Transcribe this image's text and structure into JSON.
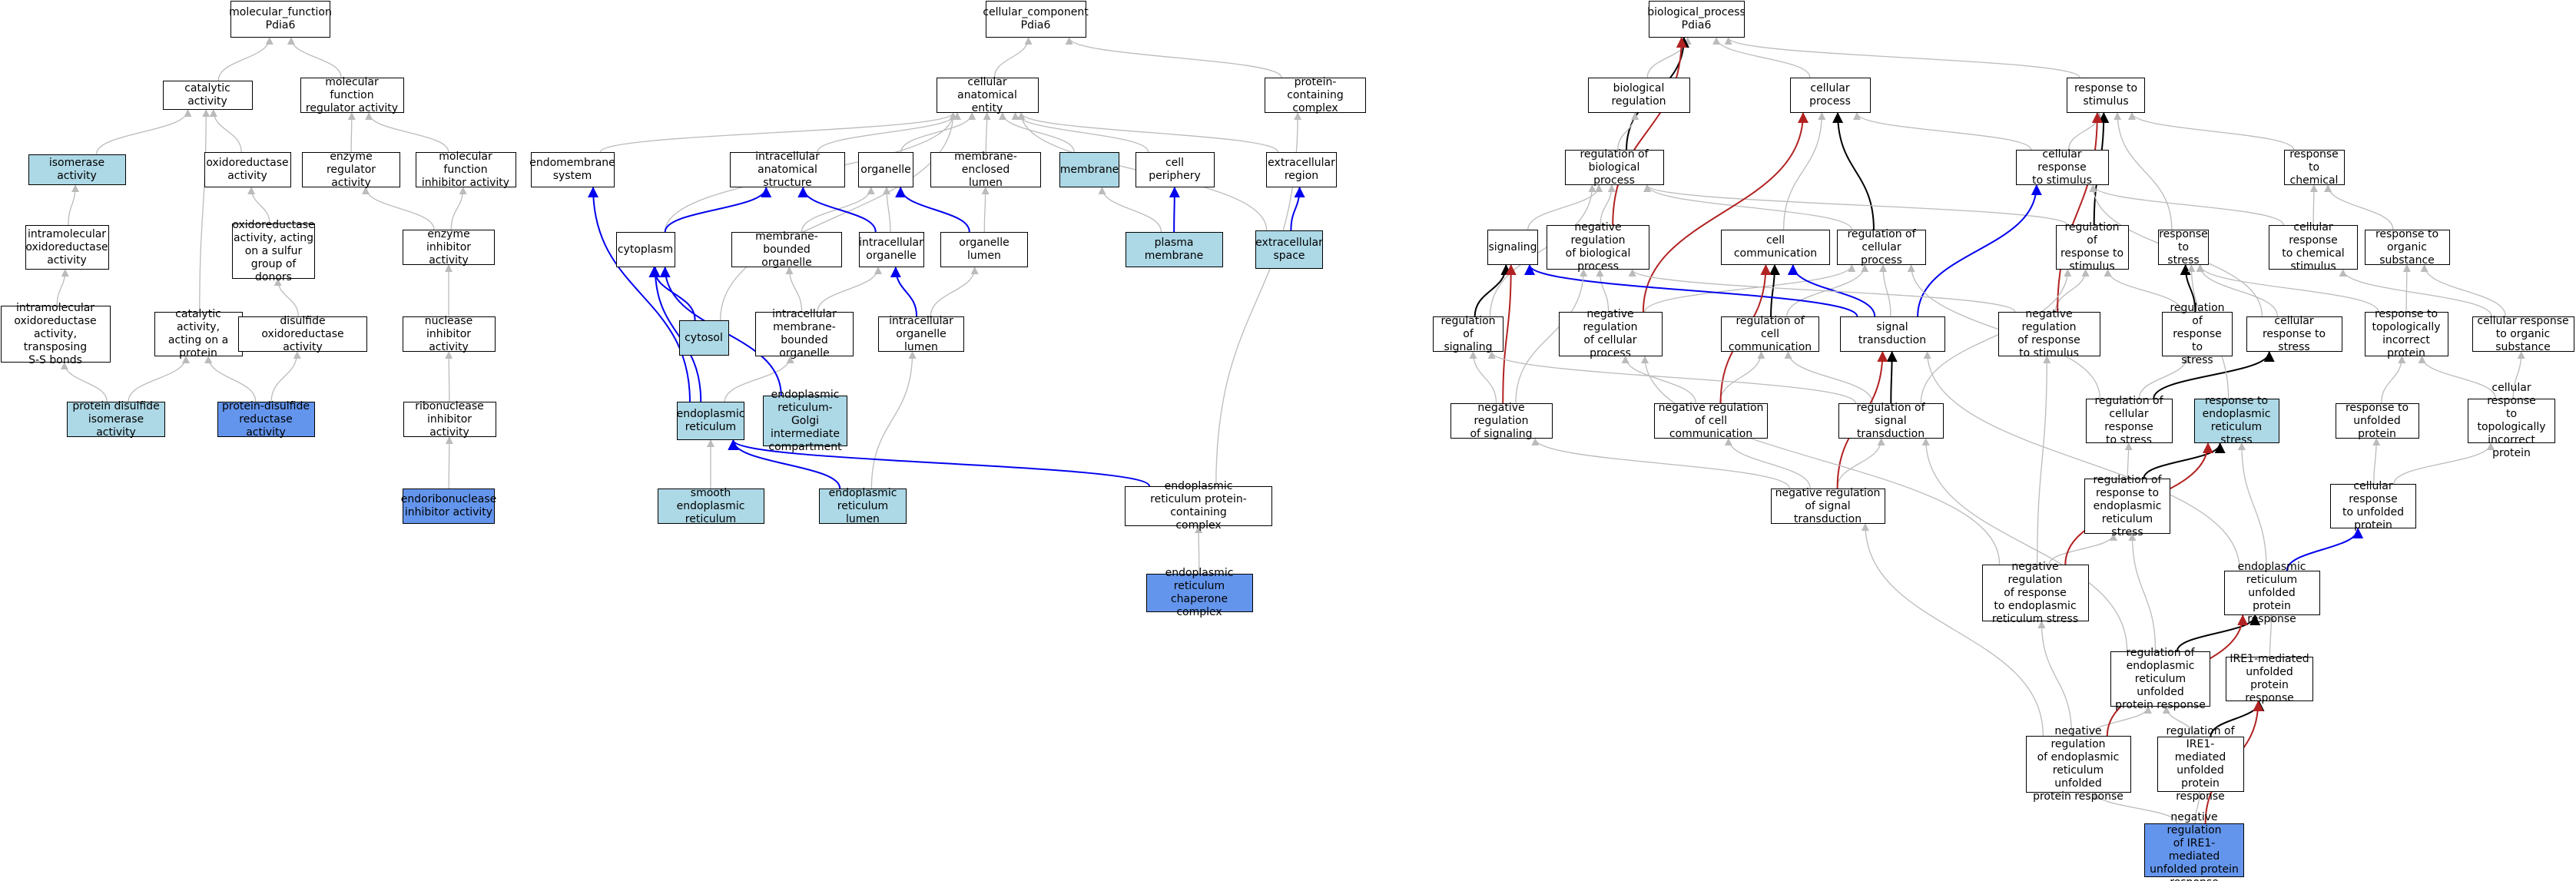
{
  "nodes": {
    "mf_root": {
      "label": "molecular_function\nPdia6"
    },
    "cat_act": {
      "label": "catalytic activity"
    },
    "mf_reg": {
      "label": "molecular function\nregulator activity"
    },
    "isom": {
      "label": "isomerase activity",
      "fill": "light"
    },
    "oxred": {
      "label": "oxidoreductase\nactivity"
    },
    "enz_reg": {
      "label": "enzyme regulator\nactivity"
    },
    "mf_inh": {
      "label": "molecular function\ninhibitor activity"
    },
    "intra_oxred": {
      "label": "intramolecular\noxidoreductase\nactivity"
    },
    "oxred_s": {
      "label": "oxidoreductase\nactivity, acting\non a sulfur\ngroup of donors"
    },
    "enz_inh": {
      "label": "enzyme inhibitor\nactivity"
    },
    "intra_ss": {
      "label": "intramolecular\noxidoreductase\nactivity, transposing\nS-S bonds"
    },
    "cat_prot": {
      "label": "catalytic activity,\nacting on a\nprotein"
    },
    "disulf_ox": {
      "label": "disulfide oxidoreductase\nactivity"
    },
    "nuc_inh": {
      "label": "nuclease inhibitor\nactivity"
    },
    "ribonuc_inh": {
      "label": "ribonuclease\ninhibitor activity"
    },
    "pdi": {
      "label": "protein disulfide\nisomerase activity",
      "fill": "light"
    },
    "pdr": {
      "label": "protein-disulfide\nreductase activity",
      "fill": "dark"
    },
    "endoribo": {
      "label": "endoribonuclease\ninhibitor activity",
      "fill": "dark"
    },
    "cc_root": {
      "label": "cellular_component\nPdia6"
    },
    "cae": {
      "label": "cellular anatomical\nentity"
    },
    "prot_cplx": {
      "label": "protein-containing\ncomplex"
    },
    "endomem": {
      "label": "endomembrane\nsystem"
    },
    "intra_struct": {
      "label": "intracellular\nanatomical structure"
    },
    "organelle": {
      "label": "organelle"
    },
    "mem_lumen": {
      "label": "membrane-enclosed\nlumen"
    },
    "membrane": {
      "label": "membrane",
      "fill": "light"
    },
    "cell_periph": {
      "label": "cell periphery"
    },
    "extracell": {
      "label": "extracellular\nregion"
    },
    "cytoplasm": {
      "label": "cytoplasm"
    },
    "mb_org": {
      "label": "membrane-bounded\norganelle"
    },
    "intra_org": {
      "label": "intracellular\norganelle"
    },
    "org_lumen": {
      "label": "organelle lumen"
    },
    "plasma_mem": {
      "label": "plasma membrane",
      "fill": "light"
    },
    "extra_space": {
      "label": "extracellular\nspace",
      "fill": "light"
    },
    "cytosol": {
      "label": "cytosol",
      "fill": "light"
    },
    "intra_mb_org": {
      "label": "intracellular\nmembrane-bounded\norganelle"
    },
    "intra_org_lumen": {
      "label": "intracellular\norganelle lumen"
    },
    "er": {
      "label": "endoplasmic\nreticulum",
      "fill": "light"
    },
    "ergic": {
      "label": "endoplasmic\nreticulum-Golgi\nintermediate\ncompartment",
      "fill": "light"
    },
    "smooth_er": {
      "label": "smooth endoplasmic\nreticulum",
      "fill": "light"
    },
    "er_lumen": {
      "label": "endoplasmic\nreticulum lumen",
      "fill": "light"
    },
    "er_prot_cplx": {
      "label": "endoplasmic\nreticulum protein-containing\ncomplex"
    },
    "er_chap": {
      "label": "endoplasmic\nreticulum chaperone\ncomplex",
      "fill": "dark"
    },
    "bp_root": {
      "label": "biological_process\nPdia6"
    },
    "bio_reg": {
      "label": "biological regulation"
    },
    "cell_proc": {
      "label": "cellular process"
    },
    "resp_stim": {
      "label": "response to\nstimulus"
    },
    "reg_bp": {
      "label": "regulation of\nbiological process"
    },
    "cell_resp_stim": {
      "label": "cellular response\nto stimulus"
    },
    "resp_chem": {
      "label": "response to\nchemical"
    },
    "signaling": {
      "label": "signaling"
    },
    "neg_reg_bp": {
      "label": "negative regulation\nof biological\nprocess"
    },
    "cell_comm": {
      "label": "cell communication"
    },
    "reg_cp": {
      "label": "regulation of\ncellular process"
    },
    "reg_resp_stim": {
      "label": "regulation of\nresponse to\nstimulus"
    },
    "resp_stress": {
      "label": "response to\nstress"
    },
    "cell_resp_chem": {
      "label": "cellular response\nto chemical\nstimulus"
    },
    "resp_org_sub": {
      "label": "response to\norganic substance"
    },
    "reg_signaling": {
      "label": "regulation of\nsignaling"
    },
    "neg_reg_cp": {
      "label": "negative regulation\nof cellular\nprocess"
    },
    "reg_cell_comm": {
      "label": "regulation of\ncell communication"
    },
    "sig_trans": {
      "label": "signal transduction"
    },
    "neg_reg_resp_stim": {
      "label": "negative regulation\nof response\nto stimulus"
    },
    "reg_resp_stress": {
      "label": "regulation of\nresponse to\nstress"
    },
    "cell_resp_stress": {
      "label": "cellular response to stress"
    },
    "resp_topo": {
      "label": "response to\ntopologically\nincorrect protein"
    },
    "cell_resp_org": {
      "label": "cellular response\nto organic substance"
    },
    "neg_reg_sig": {
      "label": "negative regulation\nof signaling"
    },
    "neg_reg_cell_comm": {
      "label": "negative regulation\nof cell communication"
    },
    "reg_sig_trans": {
      "label": "regulation of\nsignal transduction"
    },
    "reg_cell_resp_stress": {
      "label": "regulation of\ncellular response\nto stress"
    },
    "resp_er_stress": {
      "label": "response to\nendoplasmic\nreticulum stress",
      "fill": "light"
    },
    "resp_unfolded": {
      "label": "response to\nunfolded protein"
    },
    "cell_resp_topo": {
      "label": "cellular response\nto topologically\nincorrect protein"
    },
    "neg_reg_sig_trans": {
      "label": "negative regulation\nof signal transduction"
    },
    "reg_resp_er_stress": {
      "label": "regulation of\nresponse to\nendoplasmic\nreticulum stress"
    },
    "cell_resp_unfolded": {
      "label": "cellular response\nto unfolded\nprotein"
    },
    "neg_reg_resp_er_stress": {
      "label": "negative regulation\nof response\nto endoplasmic\nreticulum stress"
    },
    "er_upr": {
      "label": "endoplasmic\nreticulum unfolded\nprotein response"
    },
    "reg_er_upr": {
      "label": "regulation of\nendoplasmic\nreticulum unfolded\nprotein response"
    },
    "ire1_upr": {
      "label": "IRE1-mediated\nunfolded protein\nresponse"
    },
    "neg_reg_er_upr": {
      "label": "negative regulation\nof endoplasmic\nreticulum unfolded\nprotein response"
    },
    "reg_ire1": {
      "label": "regulation of\nIRE1-mediated\nunfolded protein\nresponse"
    },
    "neg_reg_ire1": {
      "label": "negative regulation\nof IRE1-mediated\nunfolded protein\nresponse",
      "fill": "dark"
    }
  },
  "edge_colors": {
    "is_a": "#bbbbbb",
    "part_of": "#0000ee",
    "regulates": "#000000",
    "negatively_regulates": "#b22222"
  },
  "fill_colors": {
    "light": "#add8e6",
    "dark": "#6495ed"
  },
  "edges": [
    [
      "cat_act",
      "mf_root",
      "is_a"
    ],
    [
      "mf_reg",
      "mf_root",
      "is_a"
    ],
    [
      "isom",
      "cat_act",
      "is_a"
    ],
    [
      "oxred",
      "cat_act",
      "is_a"
    ],
    [
      "enz_reg",
      "mf_reg",
      "is_a"
    ],
    [
      "mf_inh",
      "mf_reg",
      "is_a"
    ],
    [
      "intra_oxred",
      "isom",
      "is_a"
    ],
    [
      "oxred_s",
      "oxred",
      "is_a"
    ],
    [
      "enz_inh",
      "enz_reg",
      "is_a"
    ],
    [
      "enz_inh",
      "mf_inh",
      "is_a"
    ],
    [
      "intra_ss",
      "intra_oxred",
      "is_a"
    ],
    [
      "cat_prot",
      "cat_act",
      "is_a"
    ],
    [
      "disulf_ox",
      "oxred_s",
      "is_a"
    ],
    [
      "nuc_inh",
      "enz_inh",
      "is_a"
    ],
    [
      "ribonuc_inh",
      "nuc_inh",
      "is_a"
    ],
    [
      "pdi",
      "intra_ss",
      "is_a"
    ],
    [
      "pdi",
      "cat_prot",
      "is_a"
    ],
    [
      "pdr",
      "cat_prot",
      "is_a"
    ],
    [
      "pdr",
      "disulf_ox",
      "is_a"
    ],
    [
      "endoribo",
      "ribonuc_inh",
      "is_a"
    ],
    [
      "cae",
      "cc_root",
      "is_a"
    ],
    [
      "prot_cplx",
      "cc_root",
      "is_a"
    ],
    [
      "endomem",
      "cae",
      "is_a"
    ],
    [
      "intra_struct",
      "cae",
      "is_a"
    ],
    [
      "organelle",
      "cae",
      "is_a"
    ],
    [
      "mem_lumen",
      "cae",
      "is_a"
    ],
    [
      "membrane",
      "cae",
      "is_a"
    ],
    [
      "cell_periph",
      "cae",
      "is_a"
    ],
    [
      "extracell",
      "cae",
      "is_a"
    ],
    [
      "cytoplasm",
      "cae",
      "is_a"
    ],
    [
      "cytosol",
      "cae",
      "is_a"
    ],
    [
      "extra_space",
      "cae",
      "is_a"
    ],
    [
      "cytoplasm",
      "intra_struct",
      "part_of"
    ],
    [
      "mb_org",
      "organelle",
      "is_a"
    ],
    [
      "intra_org",
      "organelle",
      "is_a"
    ],
    [
      "intra_org",
      "intra_struct",
      "part_of"
    ],
    [
      "org_lumen",
      "mem_lumen",
      "is_a"
    ],
    [
      "org_lumen",
      "organelle",
      "part_of"
    ],
    [
      "plasma_mem",
      "membrane",
      "is_a"
    ],
    [
      "plasma_mem",
      "cell_periph",
      "part_of"
    ],
    [
      "extra_space",
      "extracell",
      "part_of"
    ],
    [
      "cytosol",
      "cytoplasm",
      "part_of"
    ],
    [
      "intra_mb_org",
      "mb_org",
      "is_a"
    ],
    [
      "intra_mb_org",
      "intra_org",
      "is_a"
    ],
    [
      "intra_org_lumen",
      "org_lumen",
      "is_a"
    ],
    [
      "intra_org_lumen",
      "intra_org",
      "part_of"
    ],
    [
      "er",
      "intra_mb_org",
      "is_a"
    ],
    [
      "er",
      "endomem",
      "part_of"
    ],
    [
      "er",
      "cytoplasm",
      "part_of"
    ],
    [
      "ergic",
      "cytoplasm",
      "part_of"
    ],
    [
      "smooth_er",
      "er",
      "is_a"
    ],
    [
      "er_lumen",
      "intra_org_lumen",
      "is_a"
    ],
    [
      "er_lumen",
      "er",
      "part_of"
    ],
    [
      "er_prot_cplx",
      "prot_cplx",
      "is_a"
    ],
    [
      "er_prot_cplx",
      "er",
      "part_of"
    ],
    [
      "er_chap",
      "er_prot_cplx",
      "is_a"
    ],
    [
      "bio_reg",
      "bp_root",
      "is_a"
    ],
    [
      "cell_proc",
      "bp_root",
      "is_a"
    ],
    [
      "resp_stim",
      "bp_root",
      "is_a"
    ],
    [
      "reg_bp",
      "bp_root",
      "regulates"
    ],
    [
      "reg_bp",
      "bio_reg",
      "is_a"
    ],
    [
      "cell_resp_stim",
      "cell_proc",
      "is_a"
    ],
    [
      "cell_resp_stim",
      "resp_stim",
      "is_a"
    ],
    [
      "resp_chem",
      "resp_stim",
      "is_a"
    ],
    [
      "signaling",
      "reg_bp",
      "is_a"
    ],
    [
      "neg_reg_bp",
      "reg_bp",
      "is_a"
    ],
    [
      "neg_reg_bp",
      "bp_root",
      "negatively_regulates"
    ],
    [
      "cell_comm",
      "cell_proc",
      "is_a"
    ],
    [
      "reg_cp",
      "reg_bp",
      "is_a"
    ],
    [
      "reg_cp",
      "cell_proc",
      "regulates"
    ],
    [
      "reg_resp_stim",
      "reg_bp",
      "is_a"
    ],
    [
      "reg_resp_stim",
      "resp_stim",
      "regulates"
    ],
    [
      "resp_stress",
      "resp_stim",
      "is_a"
    ],
    [
      "cell_resp_chem",
      "cell_resp_stim",
      "is_a"
    ],
    [
      "cell_resp_chem",
      "resp_chem",
      "is_a"
    ],
    [
      "resp_org_sub",
      "resp_chem",
      "is_a"
    ],
    [
      "reg_signaling",
      "signaling",
      "regulates"
    ],
    [
      "reg_signaling",
      "reg_bp",
      "is_a"
    ],
    [
      "neg_reg_cp",
      "reg_cp",
      "is_a"
    ],
    [
      "neg_reg_cp",
      "neg_reg_bp",
      "is_a"
    ],
    [
      "neg_reg_cp",
      "cell_proc",
      "negatively_regulates"
    ],
    [
      "reg_cell_comm",
      "cell_comm",
      "regulates"
    ],
    [
      "reg_cell_comm",
      "reg_cp",
      "is_a"
    ],
    [
      "sig_trans",
      "signaling",
      "part_of"
    ],
    [
      "sig_trans",
      "cell_comm",
      "part_of"
    ],
    [
      "sig_trans",
      "cell_resp_stim",
      "part_of"
    ],
    [
      "sig_trans",
      "reg_cp",
      "is_a"
    ],
    [
      "neg_reg_resp_stim",
      "reg_resp_stim",
      "is_a"
    ],
    [
      "neg_reg_resp_stim",
      "neg_reg_bp",
      "is_a"
    ],
    [
      "neg_reg_resp_stim",
      "resp_stim",
      "negatively_regulates"
    ],
    [
      "reg_resp_stress",
      "resp_stress",
      "regulates"
    ],
    [
      "reg_resp_stress",
      "reg_resp_stim",
      "is_a"
    ],
    [
      "cell_resp_stress",
      "resp_stress",
      "is_a"
    ],
    [
      "cell_resp_stress",
      "cell_resp_stim",
      "is_a"
    ],
    [
      "resp_topo",
      "resp_org_sub",
      "is_a"
    ],
    [
      "resp_topo",
      "resp_stress",
      "is_a"
    ],
    [
      "cell_resp_org",
      "resp_org_sub",
      "is_a"
    ],
    [
      "cell_resp_org",
      "cell_resp_chem",
      "is_a"
    ],
    [
      "neg_reg_sig",
      "reg_signaling",
      "is_a"
    ],
    [
      "neg_reg_sig",
      "signaling",
      "negatively_regulates"
    ],
    [
      "neg_reg_sig",
      "neg_reg_bp",
      "is_a"
    ],
    [
      "neg_reg_cell_comm",
      "reg_cell_comm",
      "is_a"
    ],
    [
      "neg_reg_cell_comm",
      "cell_comm",
      "negatively_regulates"
    ],
    [
      "neg_reg_cell_comm",
      "neg_reg_cp",
      "is_a"
    ],
    [
      "reg_sig_trans",
      "sig_trans",
      "regulates"
    ],
    [
      "reg_sig_trans",
      "reg_signaling",
      "is_a"
    ],
    [
      "reg_sig_trans",
      "reg_cell_comm",
      "is_a"
    ],
    [
      "reg_sig_trans",
      "reg_resp_stim",
      "is_a"
    ],
    [
      "reg_cell_resp_stress",
      "cell_resp_stress",
      "regulates"
    ],
    [
      "reg_cell_resp_stress",
      "reg_resp_stress",
      "is_a"
    ],
    [
      "reg_cell_resp_stress",
      "reg_cp",
      "is_a"
    ],
    [
      "resp_er_stress",
      "resp_stress",
      "is_a"
    ],
    [
      "resp_unfolded",
      "resp_topo",
      "is_a"
    ],
    [
      "cell_resp_topo",
      "resp_topo",
      "is_a"
    ],
    [
      "cell_resp_topo",
      "cell_resp_org",
      "is_a"
    ],
    [
      "neg_reg_sig_trans",
      "reg_sig_trans",
      "is_a"
    ],
    [
      "neg_reg_sig_trans",
      "sig_trans",
      "negatively_regulates"
    ],
    [
      "neg_reg_sig_trans",
      "neg_reg_sig",
      "is_a"
    ],
    [
      "neg_reg_sig_trans",
      "neg_reg_cell_comm",
      "is_a"
    ],
    [
      "reg_resp_er_stress",
      "resp_er_stress",
      "regulates"
    ],
    [
      "reg_resp_er_stress",
      "reg_cell_resp_stress",
      "is_a"
    ],
    [
      "cell_resp_unfolded",
      "resp_unfolded",
      "is_a"
    ],
    [
      "cell_resp_unfolded",
      "cell_resp_topo",
      "is_a"
    ],
    [
      "neg_reg_resp_er_stress",
      "reg_resp_er_stress",
      "is_a"
    ],
    [
      "neg_reg_resp_er_stress",
      "resp_er_stress",
      "negatively_regulates"
    ],
    [
      "neg_reg_resp_er_stress",
      "neg_reg_resp_stim",
      "is_a"
    ],
    [
      "neg_reg_resp_er_stress",
      "neg_reg_cp",
      "is_a"
    ],
    [
      "er_upr",
      "resp_er_stress",
      "is_a"
    ],
    [
      "er_upr",
      "cell_resp_unfolded",
      "part_of"
    ],
    [
      "er_upr",
      "sig_trans",
      "is_a"
    ],
    [
      "reg_er_upr",
      "er_upr",
      "regulates"
    ],
    [
      "reg_er_upr",
      "reg_resp_er_stress",
      "is_a"
    ],
    [
      "reg_er_upr",
      "reg_sig_trans",
      "is_a"
    ],
    [
      "ire1_upr",
      "er_upr",
      "is_a"
    ],
    [
      "neg_reg_er_upr",
      "reg_er_upr",
      "is_a"
    ],
    [
      "neg_reg_er_upr",
      "er_upr",
      "negatively_regulates"
    ],
    [
      "neg_reg_er_upr",
      "neg_reg_resp_er_stress",
      "is_a"
    ],
    [
      "neg_reg_er_upr",
      "neg_reg_sig_trans",
      "is_a"
    ],
    [
      "reg_ire1",
      "ire1_upr",
      "regulates"
    ],
    [
      "reg_ire1",
      "reg_er_upr",
      "is_a"
    ],
    [
      "neg_reg_ire1",
      "reg_ire1",
      "is_a"
    ],
    [
      "neg_reg_ire1",
      "neg_reg_er_upr",
      "is_a"
    ],
    [
      "neg_reg_ire1",
      "ire1_upr",
      "negatively_regulates"
    ]
  ]
}
